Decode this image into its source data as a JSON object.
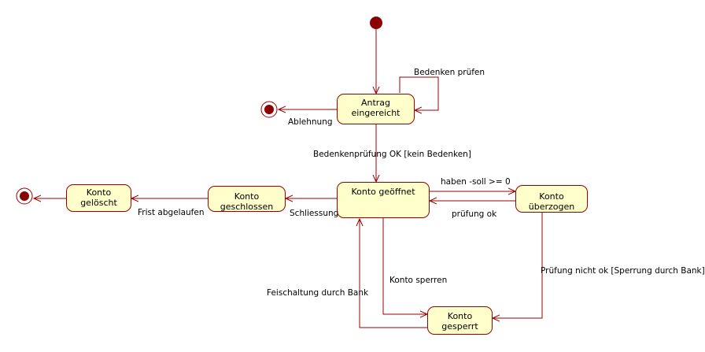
{
  "colors": {
    "line": "#990000",
    "state_fill": "#ffffcc",
    "pseudo_fill": "#8b0000"
  },
  "states": {
    "antrag": "Antrag eingereicht",
    "geoeffnet": "Konto geöffnet",
    "ueberzogen": "Konto überzogen",
    "geschlossen": "Konto geschlossen",
    "geloescht": "Konto gelöscht",
    "gesperrt": "Konto gesperrt"
  },
  "transitions": {
    "bedenken_pruefen": "Bedenken prüfen",
    "ablehnung": "Ablehnung",
    "bedenkenpruefung_ok": "Bedenkenprüfung OK [kein Bedenken]",
    "haben_soll": "haben -soll >= 0",
    "pruefung_ok": "prüfung ok",
    "schliessung": "Schliessung",
    "frist": "Frist abgelaufen",
    "konto_sperren": "Konto sperren",
    "freischaltung": "Feischaltung durch Bank",
    "pruefung_nicht_ok": "Prüfung nicht ok [Sperrung durch Bank]"
  }
}
